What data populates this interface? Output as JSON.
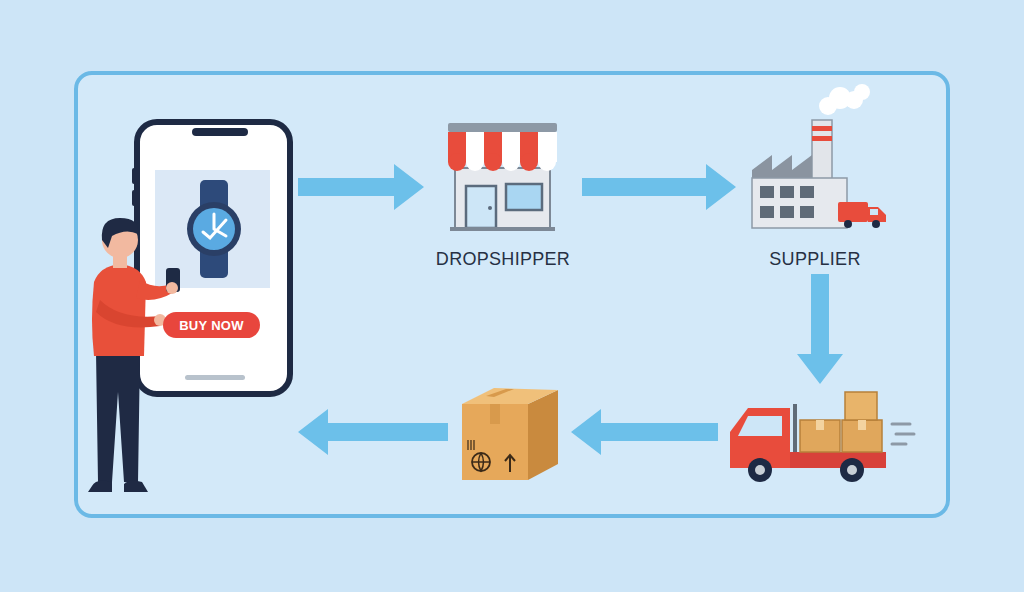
{
  "diagram": {
    "nodes": [
      {
        "text": []
      },
      {
        "text": [
          "BUY NOW"
        ],
        "in": 0
      },
      {
        "text": [
          "DROPSHIPPER"
        ]
      },
      {
        "text": [
          "SUPPLIER"
        ]
      },
      {
        "text": []
      },
      {
        "text": []
      }
    ],
    "edges": [
      {
        "from": 0,
        "to": 2,
        "arrow": "to"
      },
      {
        "from": 2,
        "to": 3,
        "arrow": "to"
      },
      {
        "from": 3,
        "to": 4,
        "arrow": "to"
      },
      {
        "from": 4,
        "to": 5,
        "arrow": "to"
      },
      {
        "from": 5,
        "to": 0,
        "arrow": "to"
      }
    ]
  }
}
